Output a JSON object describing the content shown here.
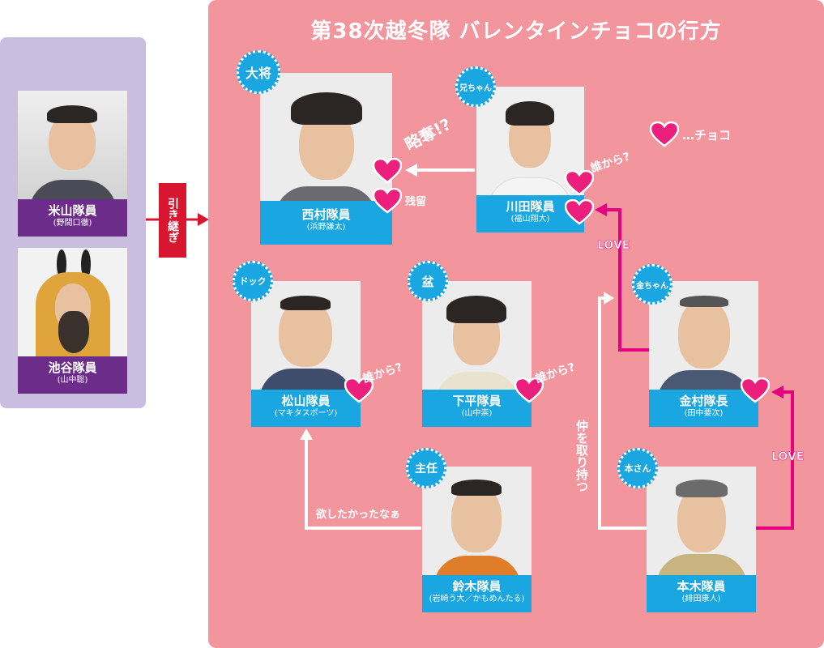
{
  "title": "第38次越冬隊 バレンタインチョコの行方",
  "previous_team": {
    "title": "第37次越冬隊",
    "members": [
      {
        "name": "米山隊員",
        "actor": "(野間口徹)"
      },
      {
        "name": "池谷隊員",
        "actor": "(山中聡)"
      }
    ]
  },
  "handover_label": "引き継ぎ",
  "legend": {
    "text": "…チョコ"
  },
  "members": {
    "nishimura": {
      "badge": "大将",
      "name": "西村隊員",
      "actor": "(浜野謙太)"
    },
    "kawada": {
      "badge": "兄ちゃん",
      "name": "川田隊員",
      "actor": "(福山翔大)"
    },
    "matsuyama": {
      "badge": "ドック",
      "name": "松山隊員",
      "actor": "(マキタスポーツ)"
    },
    "shimohira": {
      "badge": "盆",
      "name": "下平隊員",
      "actor": "(山中崇)"
    },
    "kanamura": {
      "badge": "金ちゃん",
      "name": "金村隊長",
      "actor": "(田中要次)"
    },
    "suzuki": {
      "badge": "主任",
      "name": "鈴木隊員",
      "actor": "(岩崎う大／かもめんたる)"
    },
    "motoki": {
      "badge": "本さん",
      "name": "本木隊員",
      "actor": "(緋田康人)"
    }
  },
  "notes": {
    "ryakudatsu": "略奪!?",
    "zanryu": "残留",
    "darekara": "誰から?",
    "hoshikatta": "欲したかったなぁ",
    "nakawotoritsu": "仲を取り持つ",
    "love": "LOVE"
  },
  "colors": {
    "main_bg": "#f3959c",
    "left_bg": "#c9bedf",
    "badge": "#1aa6e0",
    "heart": "#ec1f7d",
    "love_arrow": "#e4007f",
    "handover": "#d9162f"
  }
}
